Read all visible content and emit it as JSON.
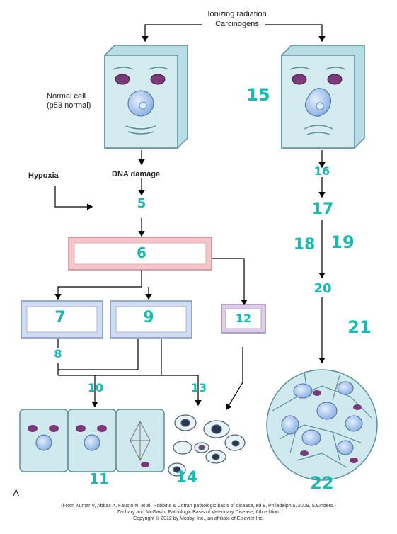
{
  "header": {
    "line1": "Ionizing radiation",
    "line2": "Carcinogens"
  },
  "labels": {
    "normal_cell": "Normal cell\n(p53 normal)",
    "hypoxia": "Hypoxia",
    "dna_damage": "DNA damage",
    "panel": "A"
  },
  "handwritten": {
    "n5": "5",
    "n6": "6",
    "n7": "7",
    "n8": "8",
    "n9": "9",
    "n10": "10",
    "n11": "11",
    "n12": "12",
    "n13": "13",
    "n14": "14",
    "n15": "15",
    "n16": "16",
    "n17": "17",
    "n18": "18",
    "n19": "19",
    "n20": "20",
    "n21": "21",
    "n22": "22"
  },
  "credit": {
    "line1": "(From Kumar V, Abbas A, Fausto N, et al: Robbins & Cotran pathologic basis of disease, ed 8, Philadelphia, 2009, Saunders.)",
    "line2": "Zachary and McGavin: Pathologic Basis of Veterinary Disease, 6th edition.",
    "line3": "Copyright © 2012 by Mosby, Inc., an affiliate of Elsevier Inc."
  },
  "colors": {
    "cell_fill": "#cfe9ee",
    "cell_stroke": "#5a8f98",
    "mito": "#7a3a78",
    "nucleus": "#a9c8ec",
    "pink_box": "#f6c5c9",
    "blue_box": "#cfdcf2",
    "violet_box": "#dccdea",
    "annotation": "#19b9b2"
  }
}
